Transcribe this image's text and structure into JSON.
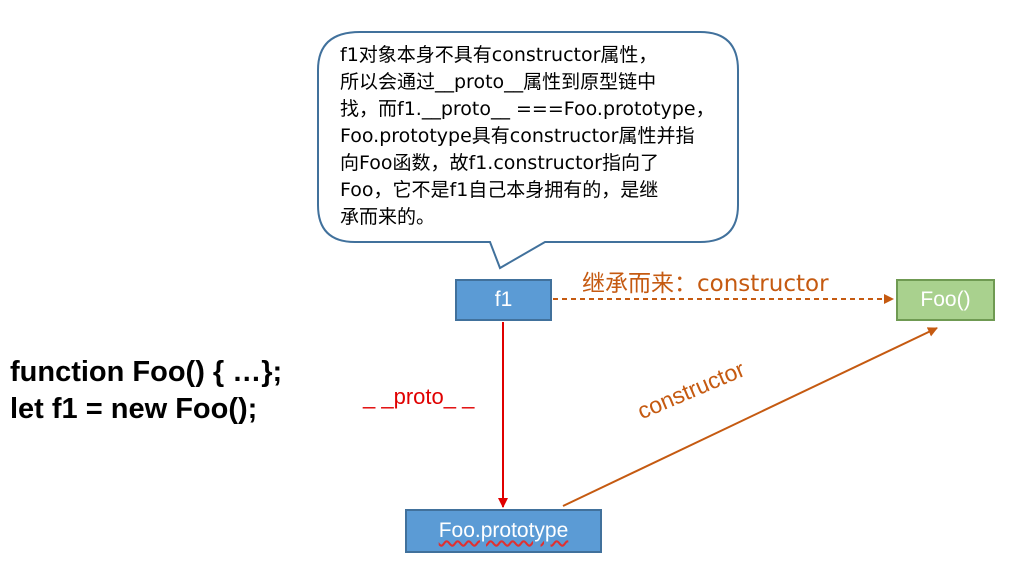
{
  "callout": {
    "lines": [
      "f1对象本身不具有constructor属性，",
      "所以会通过__proto__属性到原型链中",
      "找，而f1.__proto__ ===Foo.prototype，",
      "Foo.prototype具有constructor属性并指",
      "向Foo函数，故f1.constructor指向了",
      "Foo，它不是f1自己本身拥有的，是继",
      "承而来的。"
    ]
  },
  "nodes": {
    "f1": "f1",
    "foo": "Foo()",
    "prototype": "Foo.prototype"
  },
  "edges": {
    "inherited": "继承而来：constructor",
    "proto": "_ _proto_ _",
    "constructor": "constructor"
  },
  "code": {
    "lines": [
      "function Foo() { …};",
      "let f1 = new Foo();"
    ]
  },
  "colors": {
    "node_blue": "#5b9bd5",
    "node_green": "#a9d18e",
    "inherit_orange": "#c55a11",
    "proto_red": "#e00000"
  }
}
